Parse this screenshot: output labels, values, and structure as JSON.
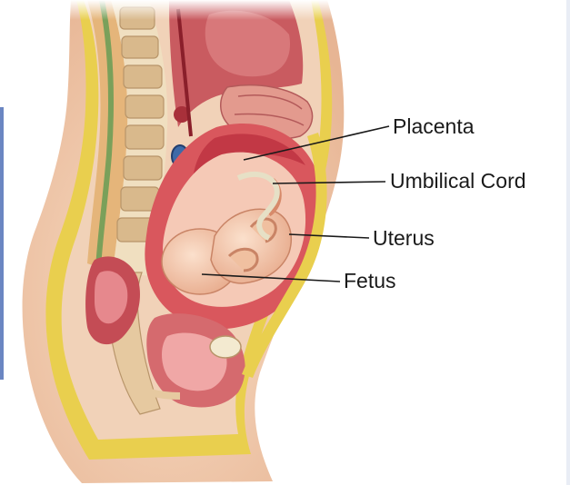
{
  "labels": {
    "placenta": "Placenta",
    "umbilical_cord": "Umbilical Cord",
    "uterus": "Uterus",
    "fetus": "Fetus"
  },
  "colors": {
    "skin": "#f2c9a8",
    "spine_yellow": "#e8cf52",
    "tissue_red": "#c9444b",
    "uterus_wall": "#d9575d",
    "fetus": "#f0bfa0",
    "bone": "#f3e8cf"
  },
  "icons": [
    "pregnancy-cross-section-illustration"
  ]
}
